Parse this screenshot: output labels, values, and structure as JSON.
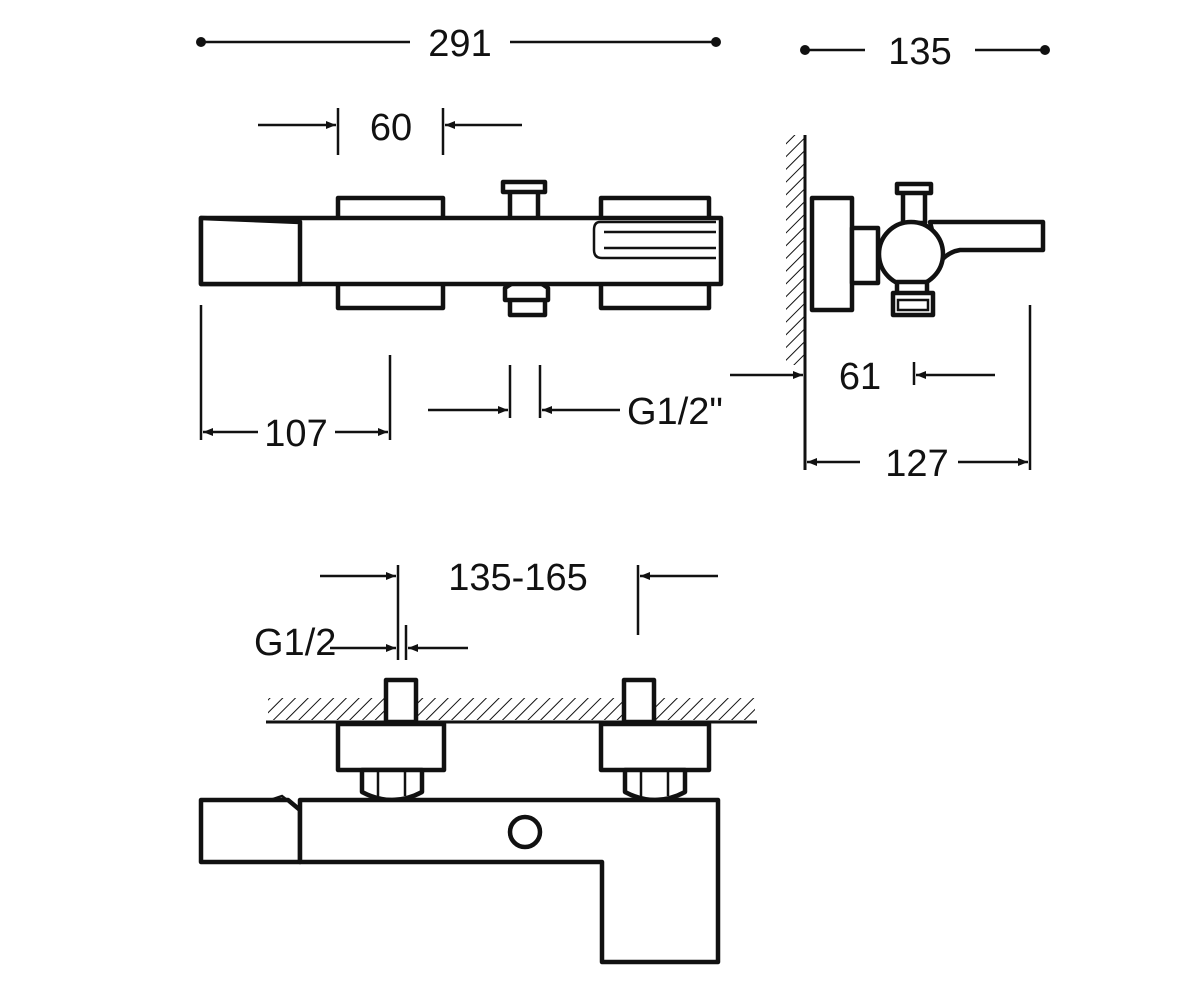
{
  "colors": {
    "line": "#111111",
    "background": "#ffffff"
  },
  "dimensions": {
    "overall_length": "291",
    "side_depth": "135",
    "body_width": "60",
    "spout_length": "107",
    "outlet_thread": "G1/2\"",
    "wall_offset": "61",
    "side_projection": "127",
    "inlet_spacing": "135-165",
    "inlet_thread": "G1/2"
  }
}
